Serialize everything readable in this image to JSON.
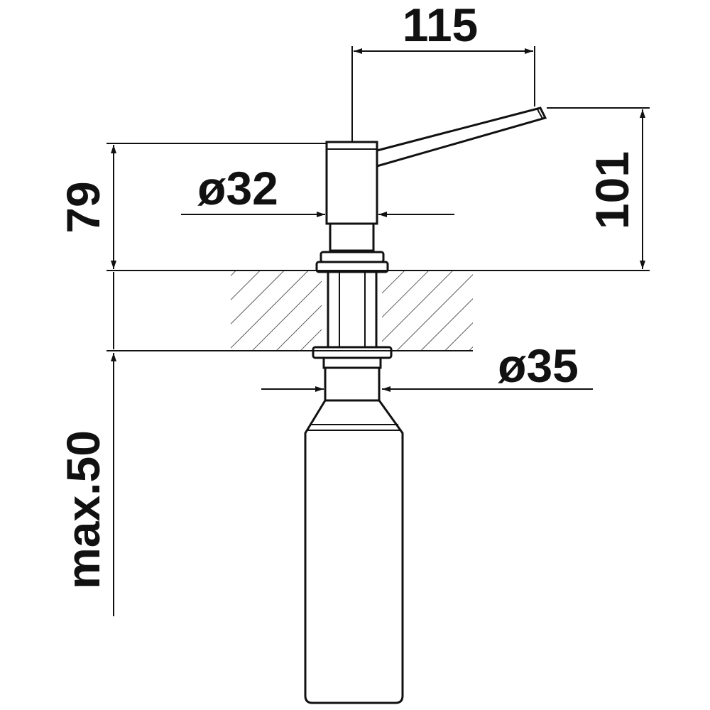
{
  "dimensions": {
    "spout_reach": "115",
    "total_height": "101",
    "head_height": "79",
    "head_diameter": "ø32",
    "hole_diameter": "ø35",
    "max_counter_thickness": "max.50"
  },
  "colors": {
    "line": "#111111",
    "background": "#ffffff"
  }
}
